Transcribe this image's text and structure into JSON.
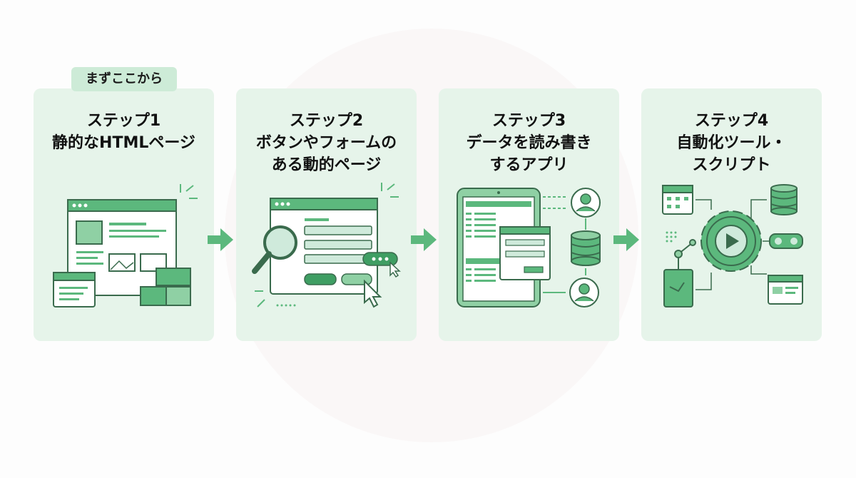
{
  "badge": "まずここから",
  "steps": [
    {
      "step": "ステップ1",
      "lines": [
        "静的なHTMLページ"
      ]
    },
    {
      "step": "ステップ2",
      "lines": [
        "ボタンやフォームの",
        "ある動的ページ"
      ]
    },
    {
      "step": "ステップ3",
      "lines": [
        "データを読み書き",
        "するアプリ"
      ]
    },
    {
      "step": "ステップ4",
      "lines": [
        "自動化ツール・",
        "スクリプト"
      ]
    }
  ],
  "colors": {
    "card_bg": "#e6f4ea",
    "accent": "#5cb87d",
    "dark": "#2e7d4f",
    "line": "#3a6b4d",
    "badge_bg": "#cdebd7"
  }
}
